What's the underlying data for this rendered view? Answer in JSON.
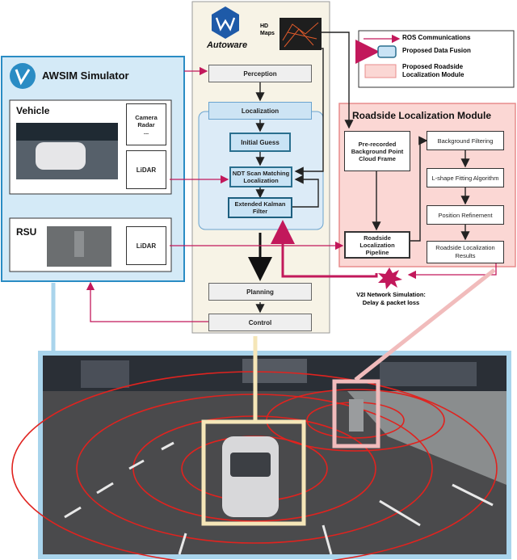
{
  "awsim": {
    "title": "AWSIM Simulator",
    "vehicle_label": "Vehicle",
    "camera_radar": "Camera\nRadar\n...",
    "lidar_vehicle": "LiDAR",
    "rsu_label": "RSU",
    "lidar_rsu": "LiDAR"
  },
  "autoware": {
    "logo_text": "Autoware",
    "hd_maps": "HD\nMaps",
    "perception": "Perception",
    "localization": "Localization",
    "initial_guess": "Initial Guess",
    "ndt": "NDT Scan Matching\nLocalization",
    "ekf": "Extended Kalman\nFilter",
    "planning": "Planning",
    "control": "Control"
  },
  "legend": {
    "ros": "ROS Communications",
    "fusion": "Proposed Data Fusion",
    "module": "Proposed Roadside\nLocalization Module"
  },
  "roadside": {
    "title": "Roadside Localization Module",
    "prerecorded": "Pre-recorded\nBackground Point\nCloud Frame",
    "pipeline": "Roadside\nLocalization\nPipeline",
    "bg_filter": "Background Filtering",
    "lshape": "L-shape Fitting Algorithm",
    "position": "Position Refinement",
    "results": "Roadside Localization\nResults"
  },
  "v2i": "V2I Network Simulation:\nDelay & packet loss",
  "colors": {
    "ros_arrow": "#c2185b",
    "fusion_arrow": "#c2185b",
    "awsim_bg": "#d4eaf7",
    "awsim_border": "#2a8cc4",
    "autoware_bg": "#f7f3e6",
    "roadside_bg": "#fbd7d4",
    "roadside_border": "#e88c8c",
    "scene_border": "#a9d4ec",
    "car_highlight": "#f5e6b8",
    "rsu_highlight": "#f1bcbc"
  }
}
